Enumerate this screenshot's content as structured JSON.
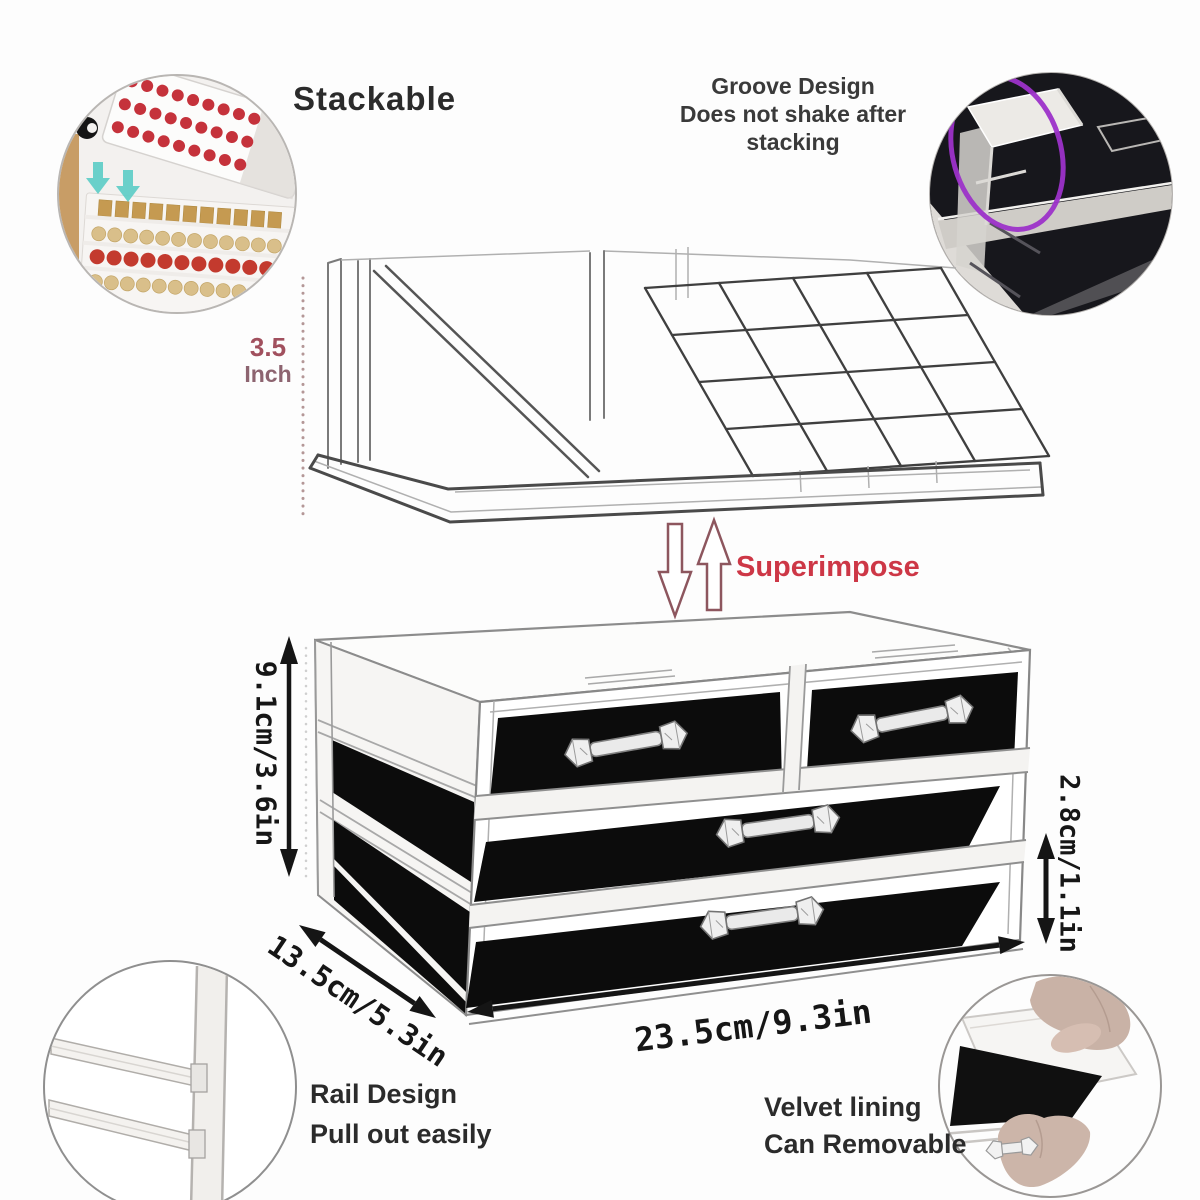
{
  "features": {
    "stackable": {
      "label": "Stackable"
    },
    "groove": {
      "line1": "Groove Design",
      "line2": "Does not shake after stacking"
    },
    "superimpose": {
      "label": "Superimpose"
    },
    "rail": {
      "line1": "Rail Design",
      "line2": "Pull out easily"
    },
    "velvet": {
      "line1": "Velvet lining",
      "line2": "Can Removable"
    }
  },
  "dimensions": {
    "top_tray_height": {
      "value": "3.5",
      "unit": "Inch"
    },
    "drawer_unit_height": "9.1cm/3.6in",
    "single_drawer_height": "2.8cm/1.1in",
    "depth": "13.5cm/5.3in",
    "width": "23.5cm/9.3in"
  },
  "colors": {
    "superimpose_red": "#cd3746",
    "dimension_value_maroon": "#a1505e",
    "highlight_purple": "#9c31c9",
    "stack_arrow_teal": "#5ecdc7",
    "velvet_black": "#0c0c0c",
    "heading_dark": "#2b2b2b"
  }
}
